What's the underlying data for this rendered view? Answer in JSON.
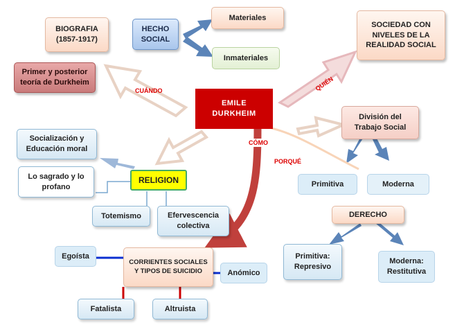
{
  "center": {
    "title": "EMILE DURKHEIM"
  },
  "nodes": {
    "biografia": "BIOGRAFIA (1857-1917)",
    "hecho_social": "HECHO SOCIAL",
    "materiales": "Materiales",
    "inmateriales": "Inmateriales",
    "sociedad": "SOCIEDAD CON NIVELES DE LA REALIDAD SOCIAL",
    "teoria": "Primer y posterior teoría de Durkheim",
    "division": "División del Trabajo Social",
    "primitiva": "Primitiva",
    "moderna": "Moderna",
    "socializacion": "Socialización y Educación moral",
    "sagrado": "Lo sagrado y lo profano",
    "religion": "RELIGION",
    "totemismo": "Totemismo",
    "efervescencia": "Efervescencia colectiva",
    "derecho": "DERECHO",
    "primitiva_represivo": "Primitiva: Represivo",
    "moderna_restitutiva": "Moderna: Restitutiva",
    "corrientes": "CORRIENTES SOCIALES Y TIPOS DE SUICIDIO",
    "egoista": "Egoísta",
    "anomico": "Anómico",
    "fatalista": "Fatalista",
    "altruista": "Altruista"
  },
  "labels": {
    "cuando": "CUÁNDO",
    "quien": "QUIÉN",
    "como": "CÓMO",
    "porque": "PORQUÉ"
  },
  "colors": {
    "accent_red": "#cc0000",
    "arrow_blue": "#5b84b8",
    "arrow_pink": "#f4dcdc",
    "arrow_red": "#c0403c",
    "connector_blue": "#0b2fd0",
    "connector_red": "#cc0000"
  }
}
